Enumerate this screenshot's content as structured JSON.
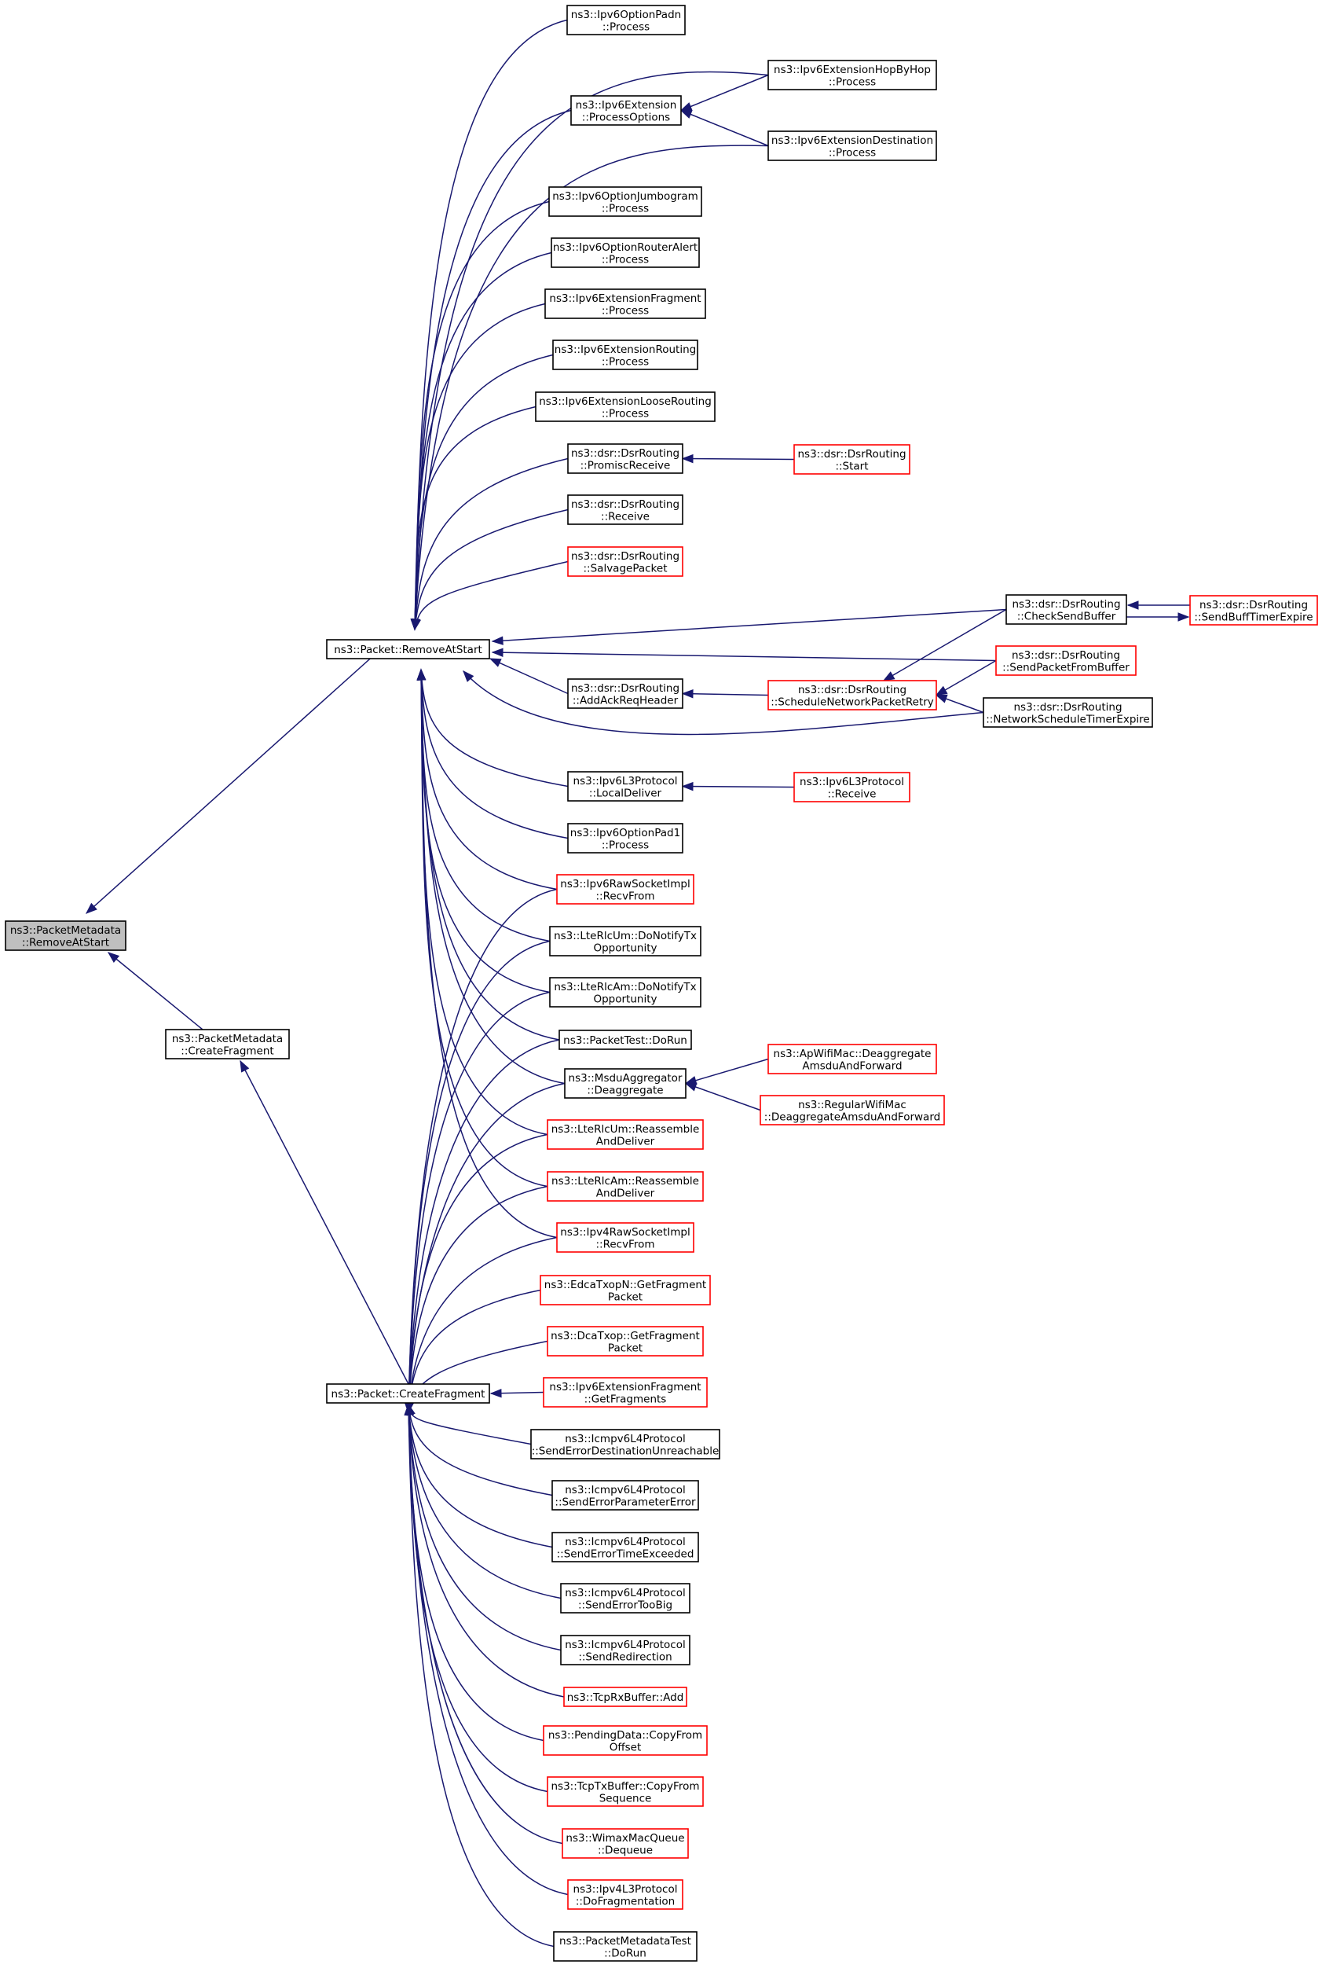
{
  "diagram": {
    "type": "caller-graph",
    "nodes": [
      {
        "id": "n0",
        "lines": [
          "ns3::PacketMetadata",
          "::RemoveAtStart"
        ],
        "style": "root"
      },
      {
        "id": "n1",
        "lines": [
          "ns3::Packet::RemoveAtStart"
        ],
        "style": "black"
      },
      {
        "id": "n2",
        "lines": [
          "ns3::PacketMetadata",
          "::CreateFragment"
        ],
        "style": "black"
      },
      {
        "id": "n3",
        "lines": [
          "ns3::Packet::CreateFragment"
        ],
        "style": "black"
      },
      {
        "id": "a1",
        "lines": [
          "ns3::Ipv6OptionPadn",
          "::Process"
        ],
        "style": "black"
      },
      {
        "id": "a2",
        "lines": [
          "ns3::Ipv6Extension",
          "::ProcessOptions"
        ],
        "style": "black"
      },
      {
        "id": "a3",
        "lines": [
          "ns3::Ipv6OptionJumbogram",
          "::Process"
        ],
        "style": "black"
      },
      {
        "id": "a4",
        "lines": [
          "ns3::Ipv6OptionRouterAlert",
          "::Process"
        ],
        "style": "black"
      },
      {
        "id": "a5",
        "lines": [
          "ns3::Ipv6ExtensionFragment",
          "::Process"
        ],
        "style": "black"
      },
      {
        "id": "a6",
        "lines": [
          "ns3::Ipv6ExtensionRouting",
          "::Process"
        ],
        "style": "black"
      },
      {
        "id": "a7",
        "lines": [
          "ns3::Ipv6ExtensionLooseRouting",
          "::Process"
        ],
        "style": "black"
      },
      {
        "id": "a8",
        "lines": [
          "ns3::dsr::DsrRouting",
          "::PromiscReceive"
        ],
        "style": "black"
      },
      {
        "id": "a9",
        "lines": [
          "ns3::dsr::DsrRouting",
          "::Receive"
        ],
        "style": "black"
      },
      {
        "id": "a10",
        "lines": [
          "ns3::dsr::DsrRouting",
          "::SalvagePacket"
        ],
        "style": "red"
      },
      {
        "id": "a11",
        "lines": [
          "ns3::dsr::DsrRouting",
          "::AddAckReqHeader"
        ],
        "style": "black"
      },
      {
        "id": "a12",
        "lines": [
          "ns3::Ipv6L3Protocol",
          "::LocalDeliver"
        ],
        "style": "black"
      },
      {
        "id": "a13",
        "lines": [
          "ns3::Ipv6OptionPad1",
          "::Process"
        ],
        "style": "black"
      },
      {
        "id": "a14",
        "lines": [
          "ns3::Ipv6RawSocketImpl",
          "::RecvFrom"
        ],
        "style": "red"
      },
      {
        "id": "a15",
        "lines": [
          "ns3::LteRlcUm::DoNotifyTx",
          "Opportunity"
        ],
        "style": "black"
      },
      {
        "id": "a16",
        "lines": [
          "ns3::LteRlcAm::DoNotifyTx",
          "Opportunity"
        ],
        "style": "black"
      },
      {
        "id": "a17",
        "lines": [
          "ns3::PacketTest::DoRun"
        ],
        "style": "black"
      },
      {
        "id": "a18",
        "lines": [
          "ns3::MsduAggregator",
          "::Deaggregate"
        ],
        "style": "black"
      },
      {
        "id": "a19",
        "lines": [
          "ns3::LteRlcUm::Reassemble",
          "AndDeliver"
        ],
        "style": "red"
      },
      {
        "id": "a20",
        "lines": [
          "ns3::LteRlcAm::Reassemble",
          "AndDeliver"
        ],
        "style": "red"
      },
      {
        "id": "a21",
        "lines": [
          "ns3::Ipv4RawSocketImpl",
          "::RecvFrom"
        ],
        "style": "red"
      },
      {
        "id": "b1",
        "lines": [
          "ns3::EdcaTxopN::GetFragment",
          "Packet"
        ],
        "style": "red"
      },
      {
        "id": "b2",
        "lines": [
          "ns3::DcaTxop::GetFragment",
          "Packet"
        ],
        "style": "red"
      },
      {
        "id": "b3",
        "lines": [
          "ns3::Ipv6ExtensionFragment",
          "::GetFragments"
        ],
        "style": "red"
      },
      {
        "id": "b4",
        "lines": [
          "ns3::Icmpv6L4Protocol",
          "::SendErrorDestinationUnreachable"
        ],
        "style": "black"
      },
      {
        "id": "b5",
        "lines": [
          "ns3::Icmpv6L4Protocol",
          "::SendErrorParameterError"
        ],
        "style": "black"
      },
      {
        "id": "b6",
        "lines": [
          "ns3::Icmpv6L4Protocol",
          "::SendErrorTimeExceeded"
        ],
        "style": "black"
      },
      {
        "id": "b7",
        "lines": [
          "ns3::Icmpv6L4Protocol",
          "::SendErrorTooBig"
        ],
        "style": "black"
      },
      {
        "id": "b8",
        "lines": [
          "ns3::Icmpv6L4Protocol",
          "::SendRedirection"
        ],
        "style": "black"
      },
      {
        "id": "b9",
        "lines": [
          "ns3::TcpRxBuffer::Add"
        ],
        "style": "red"
      },
      {
        "id": "b10",
        "lines": [
          "ns3::PendingData::CopyFrom",
          "Offset"
        ],
        "style": "red"
      },
      {
        "id": "b11",
        "lines": [
          "ns3::TcpTxBuffer::CopyFrom",
          "Sequence"
        ],
        "style": "red"
      },
      {
        "id": "b12",
        "lines": [
          "ns3::WimaxMacQueue",
          "::Dequeue"
        ],
        "style": "red"
      },
      {
        "id": "b13",
        "lines": [
          "ns3::Ipv4L3Protocol",
          "::DoFragmentation"
        ],
        "style": "red"
      },
      {
        "id": "b14",
        "lines": [
          "ns3::PacketMetadataTest",
          "::DoRun"
        ],
        "style": "black"
      },
      {
        "id": "c1",
        "lines": [
          "ns3::Ipv6ExtensionHopByHop",
          "::Process"
        ],
        "style": "black"
      },
      {
        "id": "c2",
        "lines": [
          "ns3::Ipv6ExtensionDestination",
          "::Process"
        ],
        "style": "black"
      },
      {
        "id": "c3",
        "lines": [
          "ns3::dsr::DsrRouting",
          "::Start"
        ],
        "style": "red"
      },
      {
        "id": "c4",
        "lines": [
          "ns3::dsr::DsrRouting",
          "::ScheduleNetworkPacketRetry"
        ],
        "style": "red"
      },
      {
        "id": "c5",
        "lines": [
          "ns3::Ipv6L3Protocol",
          "::Receive"
        ],
        "style": "red"
      },
      {
        "id": "c6",
        "lines": [
          "ns3::ApWifiMac::Deaggregate",
          "AmsduAndForward"
        ],
        "style": "red"
      },
      {
        "id": "c7",
        "lines": [
          "ns3::RegularWifiMac",
          "::DeaggregateAmsduAndForward"
        ],
        "style": "red"
      },
      {
        "id": "d1",
        "lines": [
          "ns3::dsr::DsrRouting",
          "::CheckSendBuffer"
        ],
        "style": "black"
      },
      {
        "id": "d2",
        "lines": [
          "ns3::dsr::DsrRouting",
          "::SendPacketFromBuffer"
        ],
        "style": "red"
      },
      {
        "id": "d3",
        "lines": [
          "ns3::dsr::DsrRouting",
          "::NetworkScheduleTimerExpire"
        ],
        "style": "black"
      },
      {
        "id": "e1",
        "lines": [
          "ns3::dsr::DsrRouting",
          "::SendBuffTimerExpire"
        ],
        "style": "red"
      }
    ]
  }
}
